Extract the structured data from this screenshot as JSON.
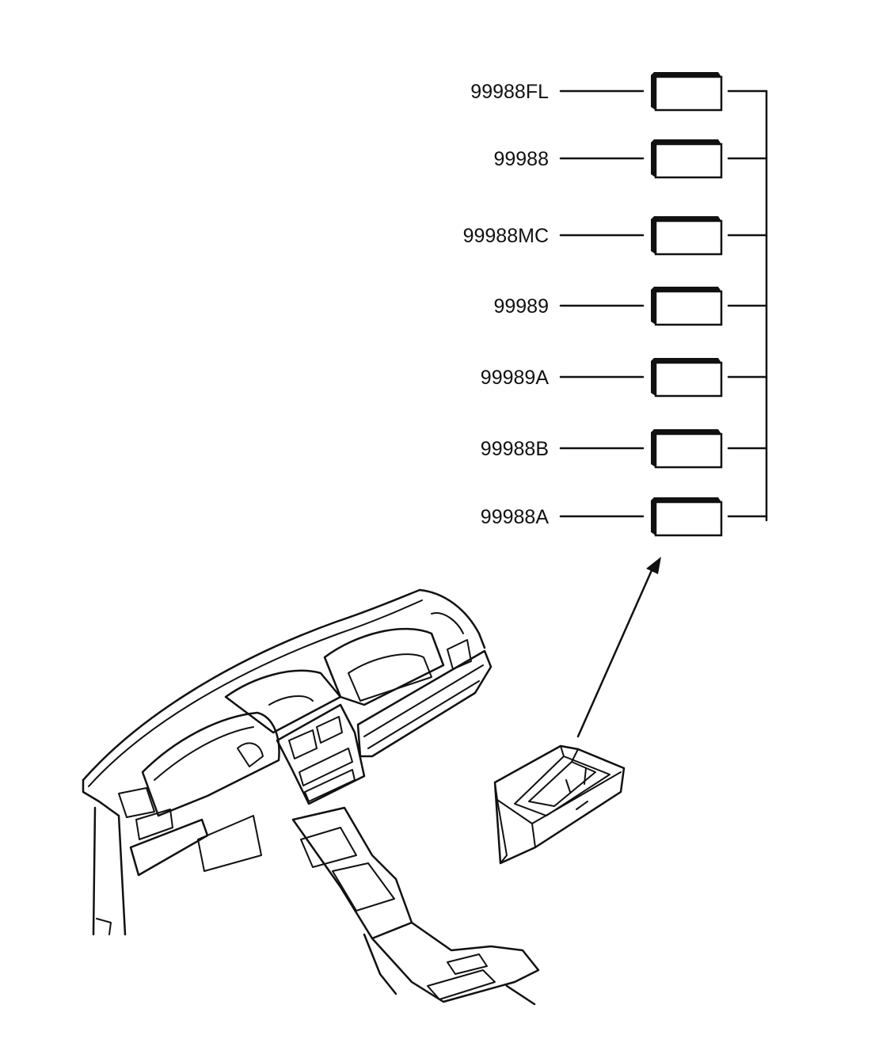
{
  "parts": [
    {
      "number": "99988FL"
    },
    {
      "number": "99988"
    },
    {
      "number": "99988MC"
    },
    {
      "number": "99989"
    },
    {
      "number": "99989A"
    },
    {
      "number": "99988B"
    },
    {
      "number": "99988A"
    }
  ],
  "colors": {
    "line": "#111111",
    "background": "#ffffff"
  }
}
